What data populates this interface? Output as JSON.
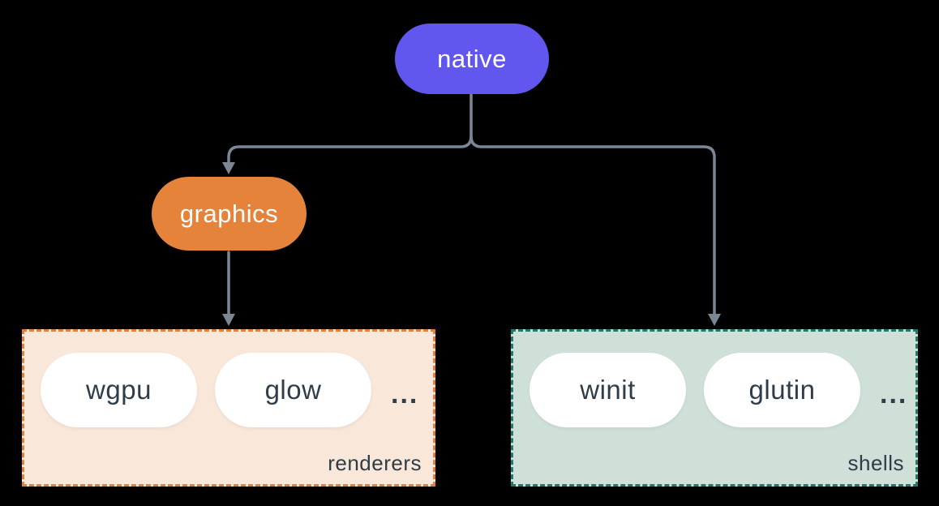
{
  "diagram": {
    "background": "#000000",
    "connector_color": "#7b8794",
    "text_color_dark": "#2e3d49",
    "nodes": {
      "native": {
        "label": "native",
        "color": "#6157ee"
      },
      "graphics": {
        "label": "graphics",
        "color": "#e5833a"
      }
    },
    "groups": {
      "renderers": {
        "label": "renderers",
        "bg": "#f9e7d9",
        "border": "#e2823a",
        "items": [
          "wgpu",
          "glow",
          "..."
        ]
      },
      "shells": {
        "label": "shells",
        "bg": "#cfe0d9",
        "border": "#1f7a6b",
        "items": [
          "winit",
          "glutin",
          "..."
        ]
      }
    },
    "edges": [
      {
        "from": "native",
        "to": "graphics"
      },
      {
        "from": "native",
        "to": "shells"
      },
      {
        "from": "graphics",
        "to": "renderers"
      }
    ]
  }
}
